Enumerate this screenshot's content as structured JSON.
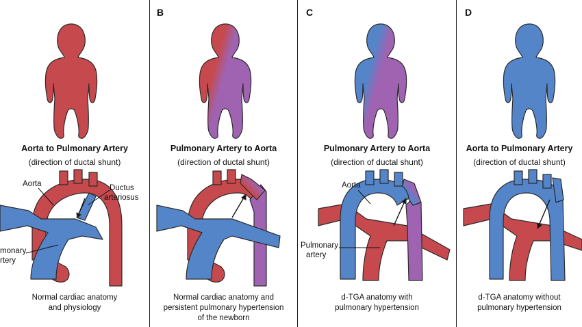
{
  "colors": {
    "oxygenated": "#c6494d",
    "deoxygenated": "#5585c9",
    "mixed": "#9f63b2",
    "outline": "#2a2a2a"
  },
  "panels": [
    {
      "label": "",
      "shunt_title": "Aorta to Pulmonary Artery",
      "shunt_subtitle": "(direction of ductal shunt)",
      "caption_lines": [
        "Normal cardiac anatomy",
        "and physiology"
      ],
      "annotations": {
        "aorta": "Aorta",
        "ductus_line1": "Ductus",
        "ductus_line2": "arteriosus",
        "pa_line1": "monary",
        "pa_line2": "rtery"
      }
    },
    {
      "label": "B",
      "shunt_title": "Pulmonary Artery to Aorta",
      "shunt_subtitle": "(direction of ductal shunt)",
      "caption_lines": [
        "Normal cardiac anatomy and",
        "persistent pulmonary hypertension",
        "of the newborn"
      ]
    },
    {
      "label": "C",
      "shunt_title": "Pulmonary Artery to Aorta",
      "shunt_subtitle": "(direction of ductal shunt)",
      "caption_lines": [
        "d-TGA anatomy with",
        "pulmonary hypertension"
      ],
      "annotations": {
        "aorta": "Aorta",
        "pa_line1": "Pulmonary",
        "pa_line2": "artery"
      }
    },
    {
      "label": "D",
      "shunt_title": "Aorta to Pulmonary Artery",
      "shunt_subtitle": "(direction of ductal shunt)",
      "caption_lines": [
        "d-TGA anatomy without",
        "pulmonary hypertension"
      ]
    }
  ]
}
